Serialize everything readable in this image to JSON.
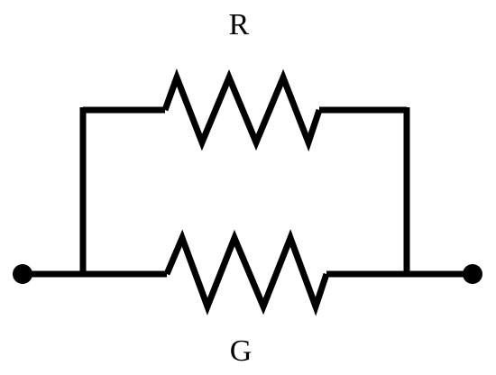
{
  "diagram": {
    "type": "parallel-resistor-circuit",
    "top_component": {
      "label": "R",
      "icon": "resistor-zigzag-icon"
    },
    "bottom_component": {
      "label": "G",
      "icon": "resistor-zigzag-icon"
    },
    "terminals": [
      "left-terminal",
      "right-terminal"
    ],
    "colors": {
      "stroke": "#000000",
      "background": "#ffffff"
    }
  }
}
